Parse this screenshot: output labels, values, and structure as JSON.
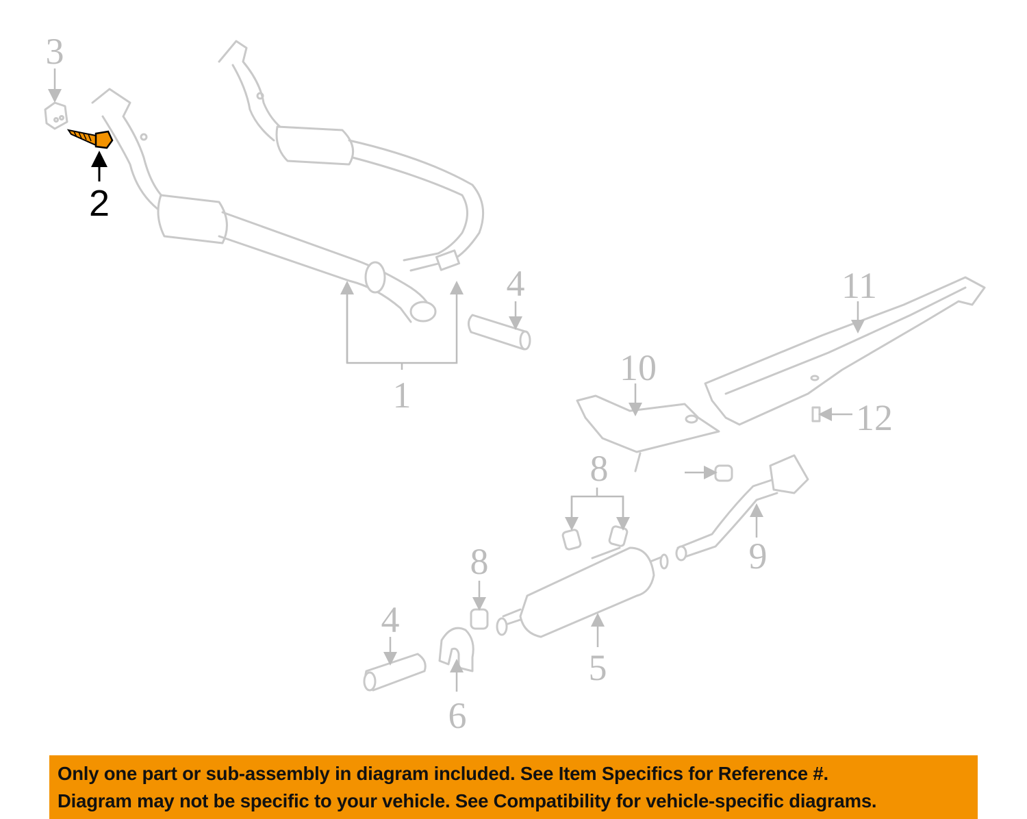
{
  "diagram": {
    "highlight_color": "#f39200",
    "highlighted_part": "2",
    "callouts": {
      "c1": "1",
      "c2": "2",
      "c3": "3",
      "c4a": "4",
      "c4b": "4",
      "c5": "5",
      "c6": "6",
      "c8a": "8",
      "c8b": "8",
      "c9": "9",
      "c10": "10",
      "c11": "11",
      "c12": "12"
    }
  },
  "banner": {
    "line1": "Only one part or sub-assembly in diagram included. See Item Specifics for Reference #.",
    "line2": "Diagram may not be specific to your vehicle. See Compatibility for vehicle-specific diagrams."
  }
}
